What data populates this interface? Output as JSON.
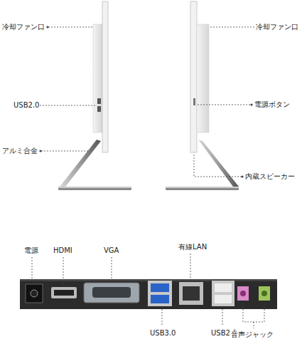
{
  "diagram": {
    "labels": [
      "冷却ファン口",
      "USB2.0",
      "アルミ合金",
      "冷却ファン口",
      "電源ボタン",
      "内蔵スピーカー",
      "電源",
      "HDMI",
      "VGA",
      "有線LAN",
      "USB3.0",
      "USB2.0",
      "音声ジャック"
    ]
  }
}
